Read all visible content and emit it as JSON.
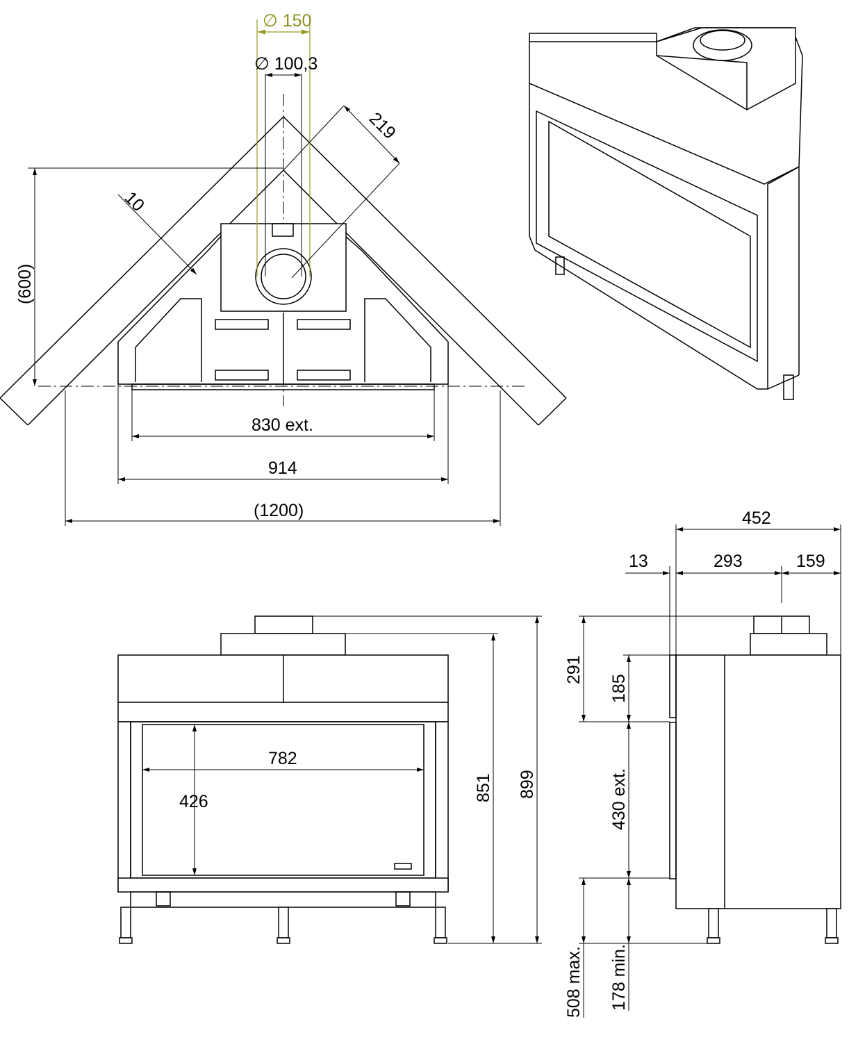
{
  "colors": {
    "line": "#000000",
    "flue_dimension": "#9a9a2a"
  },
  "top_view": {
    "flue_outer": "∅ 150",
    "flue_inner": "∅ 100,3",
    "depth_219": "219",
    "wall_10": "10",
    "height_600": "(600)",
    "width_830": "830 ext.",
    "width_914": "914",
    "width_1200": "(1200)"
  },
  "front_view": {
    "glass_width": "782",
    "glass_height": "426",
    "height_851": "851",
    "height_899": "899"
  },
  "side_view": {
    "depth_452": "452",
    "d13": "13",
    "d293": "293",
    "d159": "159",
    "h291": "291",
    "h185": "185",
    "h430": "430 ext.",
    "h508": "508 max.",
    "h178": "178 min."
  }
}
